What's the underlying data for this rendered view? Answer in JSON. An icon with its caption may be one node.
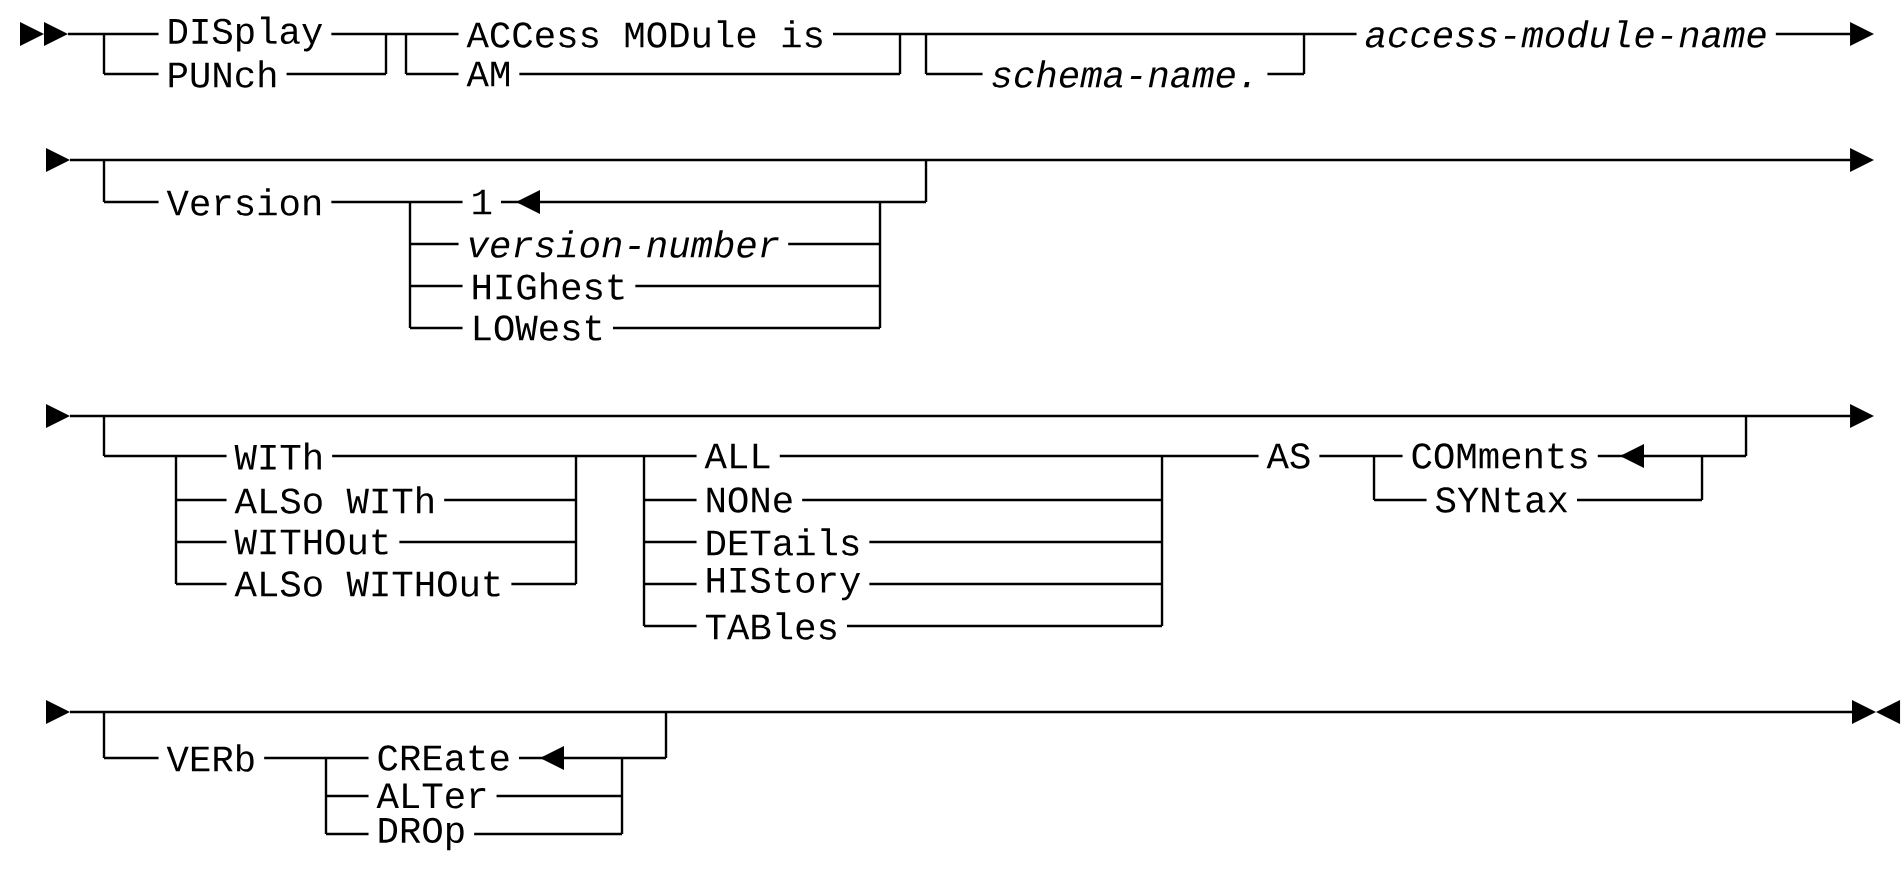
{
  "diagram": {
    "labels": [
      "DISplay",
      "ACCess MODule is",
      "access-module-name",
      "PUNch",
      "AM",
      "schema-name.",
      "Version",
      "1",
      "version-number",
      "HIGhest",
      "LOWest",
      "WITh",
      "ALL",
      "AS",
      "COMments",
      "ALSo WITh",
      "NONe",
      "SYNtax",
      "WITHOut",
      "DETails",
      "ALSo WITHOut",
      "HIStory",
      "TABles",
      "VERb",
      "CREate",
      "ALTer",
      "DROp"
    ]
  }
}
